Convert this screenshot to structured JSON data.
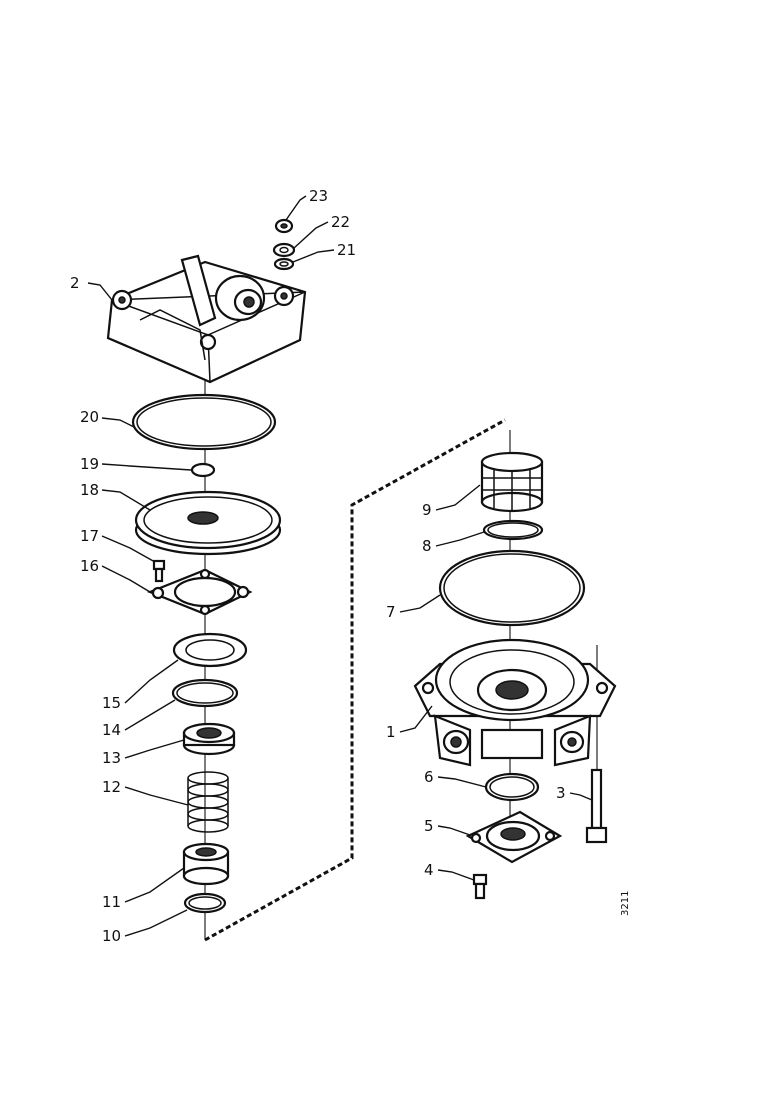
{
  "callouts": [
    {
      "id": "1",
      "text": "1"
    },
    {
      "id": "2",
      "text": "2"
    },
    {
      "id": "3",
      "text": "3"
    },
    {
      "id": "4",
      "text": "4"
    },
    {
      "id": "5",
      "text": "5"
    },
    {
      "id": "6",
      "text": "6"
    },
    {
      "id": "7",
      "text": "7"
    },
    {
      "id": "8",
      "text": "8"
    },
    {
      "id": "9",
      "text": "9"
    },
    {
      "id": "10",
      "text": "10"
    },
    {
      "id": "11",
      "text": "11"
    },
    {
      "id": "12",
      "text": "12"
    },
    {
      "id": "13",
      "text": "13"
    },
    {
      "id": "14",
      "text": "14"
    },
    {
      "id": "15",
      "text": "15"
    },
    {
      "id": "16",
      "text": "16"
    },
    {
      "id": "17",
      "text": "17"
    },
    {
      "id": "18",
      "text": "18"
    },
    {
      "id": "19",
      "text": "19"
    },
    {
      "id": "20",
      "text": "20"
    },
    {
      "id": "21",
      "text": "21"
    },
    {
      "id": "22",
      "text": "22"
    },
    {
      "id": "23",
      "text": "23"
    }
  ],
  "drawing_code": "3211"
}
